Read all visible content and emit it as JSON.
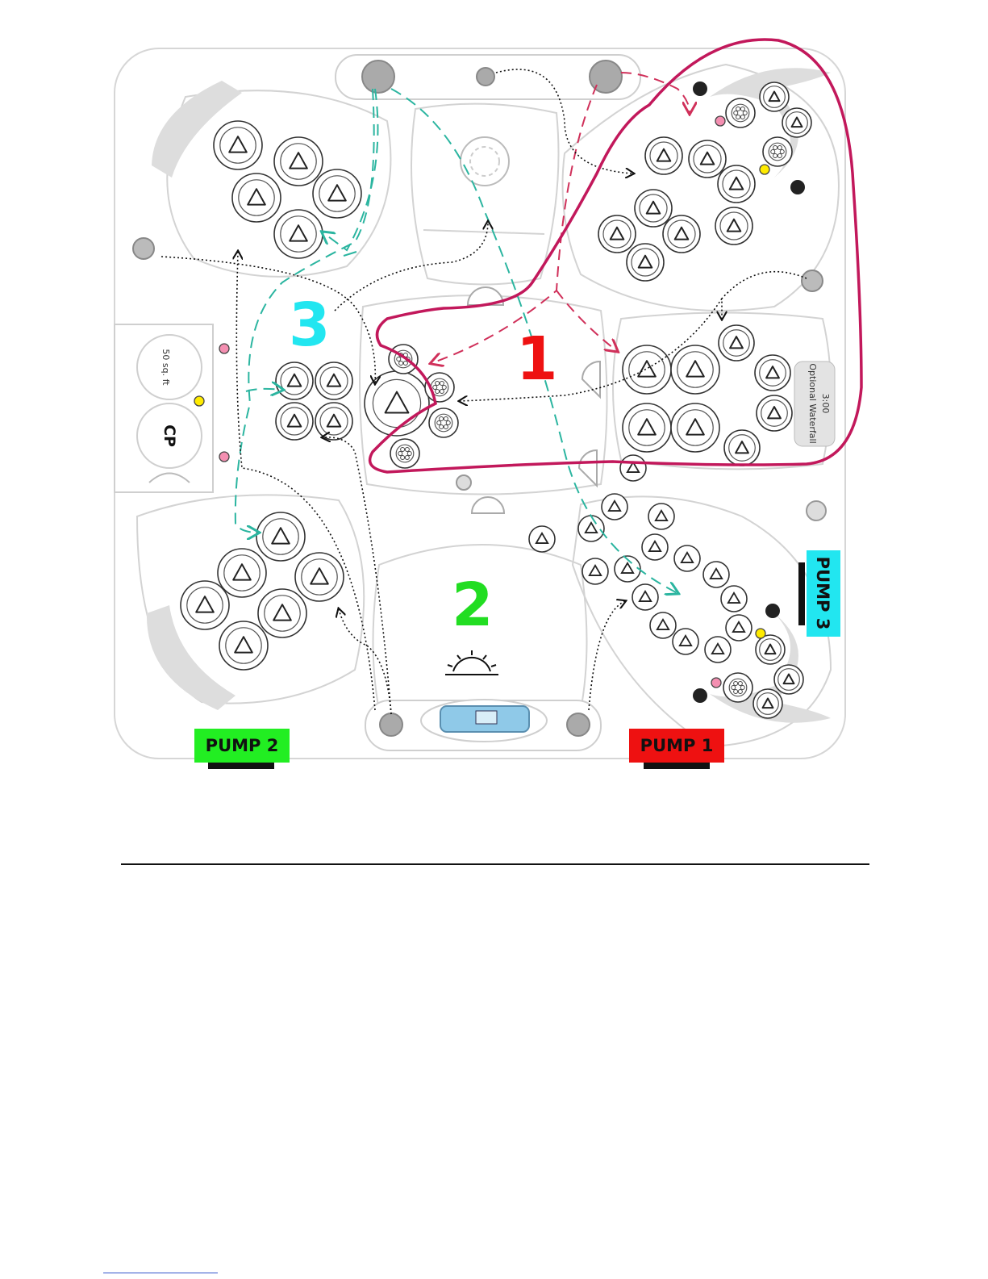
{
  "zones": [
    {
      "label": "1",
      "color": "#ee1111"
    },
    {
      "label": "2",
      "color": "#22dd22"
    },
    {
      "label": "3",
      "color": "#22e6f0"
    }
  ],
  "pumps": [
    {
      "label": "PUMP   1",
      "color": "#ee1111"
    },
    {
      "label": "PUMP   2",
      "color": "#22ee22"
    },
    {
      "label": "PUMP   3",
      "color": "#22e6f0"
    }
  ],
  "panel": {
    "area_label": "50 sq. ft",
    "cp_label": "CP"
  },
  "waterfall_label": {
    "line1": "3:00",
    "line2": "Optional Waterfall"
  },
  "colors": {
    "zone1_outline": "#c2185b",
    "pump1_line": "#d0305a",
    "pump3_line": "#2bb5a0",
    "pump2_line": "#111111",
    "shell_stroke": "#cfcfcf",
    "seat_fill": "#f6f6f6",
    "pillow_fill": "#dddddd",
    "pink_dot": "#f48fb1",
    "yellow_dot": "#ffeb00"
  },
  "icons": [
    "jet-icon",
    "rotary-jet-icon",
    "valve-icon",
    "sunrise-icon",
    "air-control-icon",
    "control-panel-icon"
  ]
}
